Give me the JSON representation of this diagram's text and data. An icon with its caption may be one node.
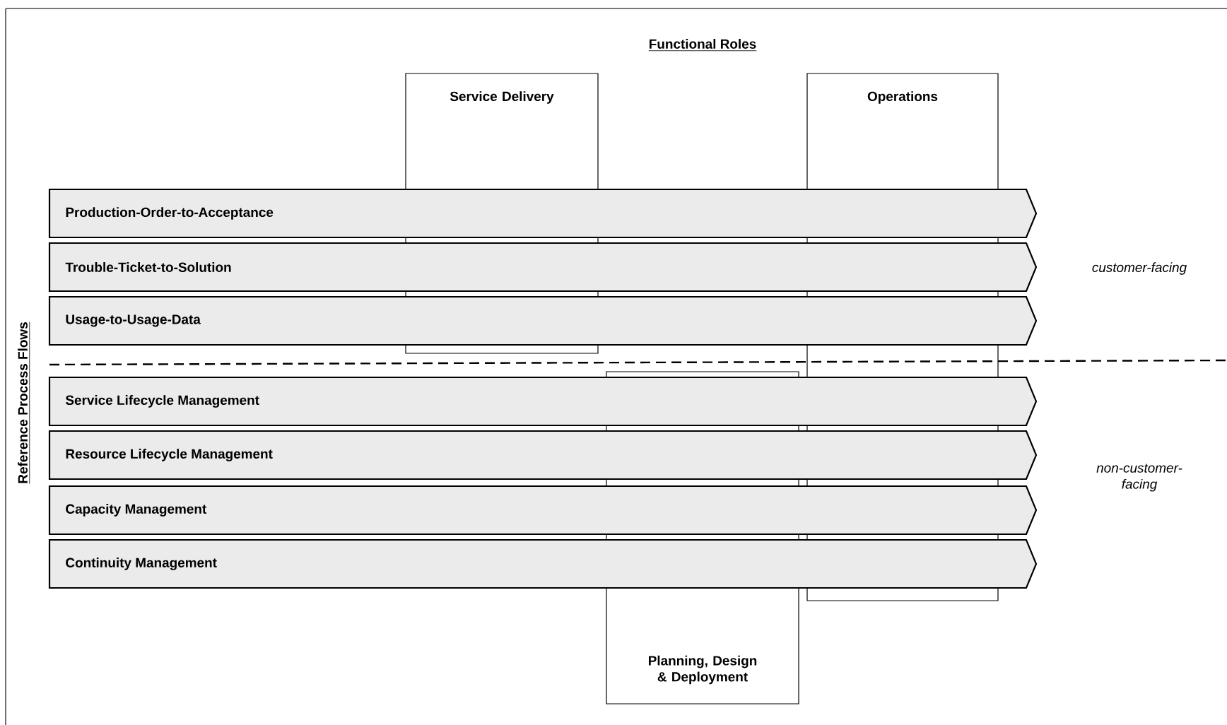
{
  "diagram": {
    "title": "Functional Roles",
    "nodes": [
      {
        "text": [
          "Service Delivery"
        ]
      },
      {
        "text": [
          "Operations"
        ]
      },
      {
        "text": [
          "Planning, Design & Deployment"
        ]
      },
      {
        "text": [
          "Production-Order-to-Acceptance"
        ]
      },
      {
        "text": [
          "Trouble-Ticket-to-Solution"
        ]
      },
      {
        "text": [
          "Usage-to-Usage-Data"
        ]
      },
      {
        "text": [
          "Service Lifecycle Management"
        ]
      },
      {
        "text": [
          "Resource Lifecycle Management"
        ]
      },
      {
        "text": [
          "Capacity Management"
        ]
      },
      {
        "text": [
          "Continuity Management"
        ]
      }
    ],
    "labels": [
      "Reference Process Flows",
      "customer-facing",
      "non-customer-facing"
    ]
  }
}
